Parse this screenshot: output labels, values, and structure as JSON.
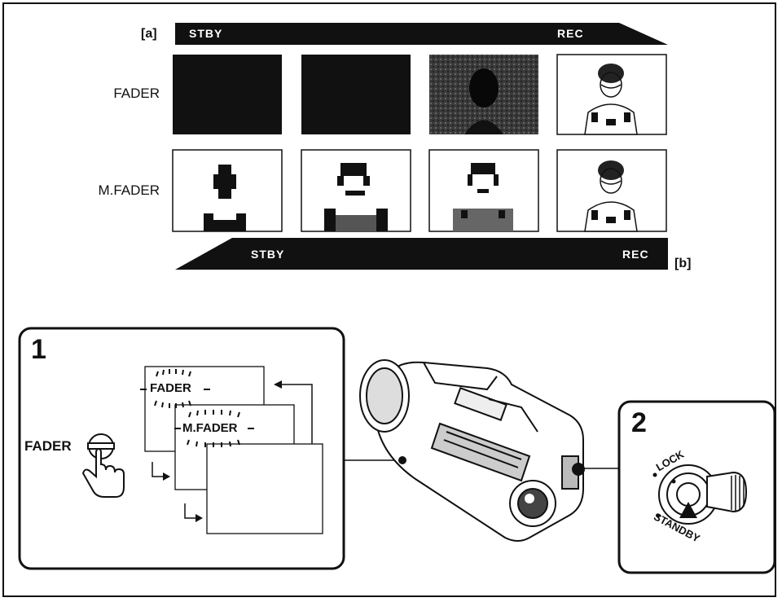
{
  "top": {
    "tag_a": "[a]",
    "tag_b": "[b]",
    "arrow_a": {
      "start": "STBY",
      "end": "REC"
    },
    "arrow_b": {
      "start": "STBY",
      "end": "REC"
    },
    "rows": [
      {
        "label": "FADER"
      },
      {
        "label": "M.FADER"
      }
    ]
  },
  "step1": {
    "number": "1",
    "button_label": "FADER",
    "screens": [
      "FADER",
      "M.FADER"
    ]
  },
  "step2": {
    "number": "2",
    "switch_lock": "LOCK",
    "switch_standby": "STANDBY"
  },
  "icons": [
    "hand-press-icon",
    "camcorder-icon",
    "power-switch-icon"
  ],
  "colors": {
    "ink": "#111111",
    "paper": "#ffffff"
  }
}
